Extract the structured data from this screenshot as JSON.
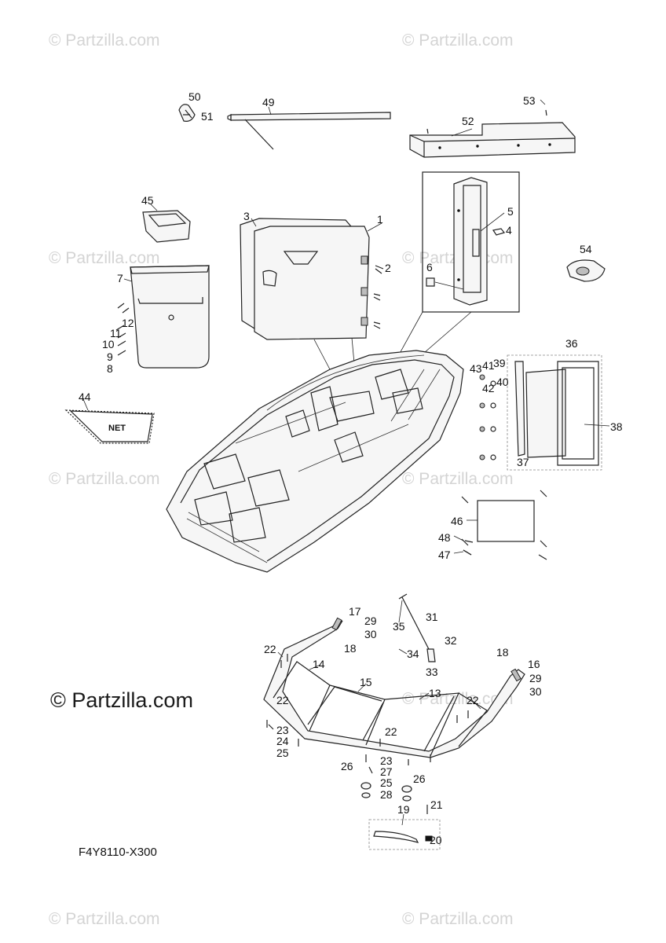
{
  "watermark_text": "© Partzilla.com",
  "brand_text": "© Partzilla.com",
  "diagram_code": "F4Y8110-X300",
  "net_label": "NET",
  "callout_numbers": [
    "1",
    "2",
    "3",
    "4",
    "5",
    "6",
    "7",
    "8",
    "9",
    "10",
    "11",
    "12",
    "13",
    "14",
    "15",
    "16",
    "17",
    "18",
    "18",
    "19",
    "20",
    "21",
    "22",
    "22",
    "22",
    "22",
    "23",
    "23",
    "24",
    "25",
    "25",
    "26",
    "26",
    "27",
    "28",
    "29",
    "29",
    "30",
    "30",
    "31",
    "32",
    "33",
    "34",
    "35",
    "36",
    "37",
    "38",
    "39",
    "40",
    "41",
    "42",
    "43",
    "44",
    "45",
    "46",
    "47",
    "48",
    "49",
    "50",
    "51",
    "52",
    "53",
    "54"
  ]
}
